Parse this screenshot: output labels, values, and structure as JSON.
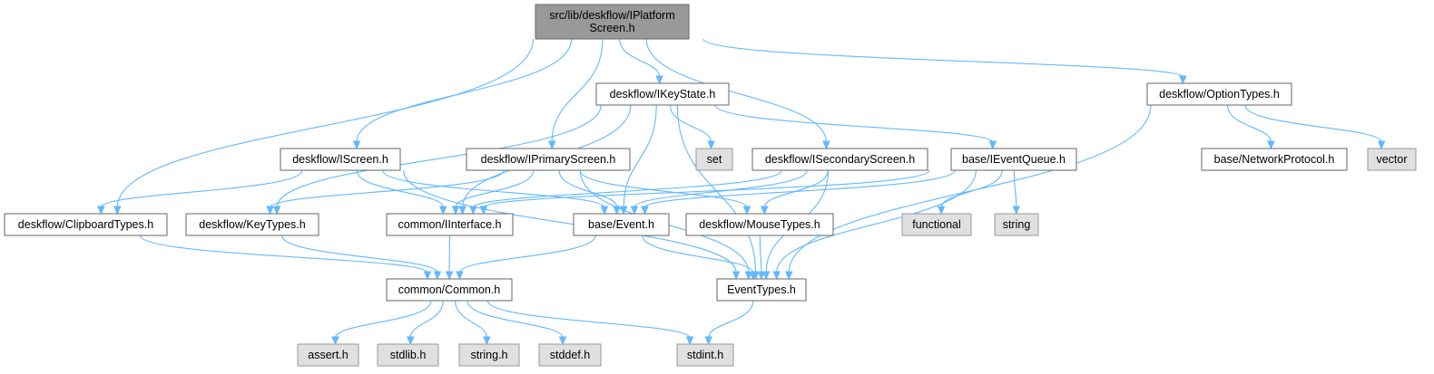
{
  "diagram": {
    "type": "include-dependency-graph",
    "colors": {
      "root_fill": "#999999",
      "root_border": "#666666",
      "node_fill": "#ffffff",
      "node_border": "#666666",
      "external_fill": "#e0e0e0",
      "external_border": "#999999",
      "edge": "#63b8ff"
    },
    "nodes": [
      {
        "id": "root",
        "kind": "root",
        "lines": [
          "src/lib/deskflow/IPlatform",
          "Screen.h"
        ]
      },
      {
        "id": "ikeystate",
        "kind": "header",
        "lines": [
          "deskflow/IKeyState.h"
        ]
      },
      {
        "id": "optiontypes",
        "kind": "header",
        "lines": [
          "deskflow/OptionTypes.h"
        ]
      },
      {
        "id": "iscreen",
        "kind": "header",
        "lines": [
          "deskflow/IScreen.h"
        ]
      },
      {
        "id": "iprimary",
        "kind": "header",
        "lines": [
          "deskflow/IPrimaryScreen.h"
        ]
      },
      {
        "id": "set",
        "kind": "external",
        "lines": [
          "set"
        ]
      },
      {
        "id": "isecondary",
        "kind": "header",
        "lines": [
          "deskflow/ISecondaryScreen.h"
        ]
      },
      {
        "id": "ieventqueue",
        "kind": "header",
        "lines": [
          "base/IEventQueue.h"
        ]
      },
      {
        "id": "netproto",
        "kind": "header",
        "lines": [
          "base/NetworkProtocol.h"
        ]
      },
      {
        "id": "vector",
        "kind": "external",
        "lines": [
          "vector"
        ]
      },
      {
        "id": "clipboard",
        "kind": "header",
        "lines": [
          "deskflow/ClipboardTypes.h"
        ]
      },
      {
        "id": "keytypes",
        "kind": "header",
        "lines": [
          "deskflow/KeyTypes.h"
        ]
      },
      {
        "id": "iinterface",
        "kind": "header",
        "lines": [
          "common/IInterface.h"
        ]
      },
      {
        "id": "event",
        "kind": "header",
        "lines": [
          "base/Event.h"
        ]
      },
      {
        "id": "mousetypes",
        "kind": "header",
        "lines": [
          "deskflow/MouseTypes.h"
        ]
      },
      {
        "id": "functional",
        "kind": "external",
        "lines": [
          "functional"
        ]
      },
      {
        "id": "string",
        "kind": "external",
        "lines": [
          "string"
        ]
      },
      {
        "id": "common",
        "kind": "header",
        "lines": [
          "common/Common.h"
        ]
      },
      {
        "id": "eventtypes",
        "kind": "header",
        "lines": [
          "EventTypes.h"
        ]
      },
      {
        "id": "assert",
        "kind": "external",
        "lines": [
          "assert.h"
        ]
      },
      {
        "id": "stdlib",
        "kind": "external",
        "lines": [
          "stdlib.h"
        ]
      },
      {
        "id": "stringh",
        "kind": "external",
        "lines": [
          "string.h"
        ]
      },
      {
        "id": "stddef",
        "kind": "external",
        "lines": [
          "stddef.h"
        ]
      },
      {
        "id": "stdint",
        "kind": "external",
        "lines": [
          "stdint.h"
        ]
      }
    ],
    "edges": [
      [
        "root",
        "ikeystate"
      ],
      [
        "root",
        "optiontypes"
      ],
      [
        "root",
        "iscreen"
      ],
      [
        "root",
        "iprimary"
      ],
      [
        "root",
        "isecondary"
      ],
      [
        "root",
        "clipboard"
      ],
      [
        "ikeystate",
        "set"
      ],
      [
        "ikeystate",
        "ieventqueue"
      ],
      [
        "ikeystate",
        "keytypes"
      ],
      [
        "ikeystate",
        "iinterface"
      ],
      [
        "ikeystate",
        "event"
      ],
      [
        "ikeystate",
        "eventtypes"
      ],
      [
        "optiontypes",
        "netproto"
      ],
      [
        "optiontypes",
        "vector"
      ],
      [
        "optiontypes",
        "eventtypes"
      ],
      [
        "iscreen",
        "clipboard"
      ],
      [
        "iscreen",
        "iinterface"
      ],
      [
        "iscreen",
        "event"
      ],
      [
        "iscreen",
        "eventtypes"
      ],
      [
        "iprimary",
        "keytypes"
      ],
      [
        "iprimary",
        "iinterface"
      ],
      [
        "iprimary",
        "event"
      ],
      [
        "iprimary",
        "mousetypes"
      ],
      [
        "iprimary",
        "eventtypes"
      ],
      [
        "isecondary",
        "iinterface"
      ],
      [
        "isecondary",
        "event"
      ],
      [
        "isecondary",
        "mousetypes"
      ],
      [
        "isecondary",
        "eventtypes"
      ],
      [
        "ieventqueue",
        "iinterface"
      ],
      [
        "ieventqueue",
        "event"
      ],
      [
        "ieventqueue",
        "functional"
      ],
      [
        "ieventqueue",
        "string"
      ],
      [
        "ieventqueue",
        "eventtypes"
      ],
      [
        "clipboard",
        "common"
      ],
      [
        "keytypes",
        "common"
      ],
      [
        "iinterface",
        "common"
      ],
      [
        "event",
        "common"
      ],
      [
        "event",
        "eventtypes"
      ],
      [
        "mousetypes",
        "eventtypes"
      ],
      [
        "common",
        "assert"
      ],
      [
        "common",
        "stdlib"
      ],
      [
        "common",
        "stringh"
      ],
      [
        "common",
        "stddef"
      ],
      [
        "common",
        "stdint"
      ],
      [
        "eventtypes",
        "stdint"
      ]
    ]
  }
}
